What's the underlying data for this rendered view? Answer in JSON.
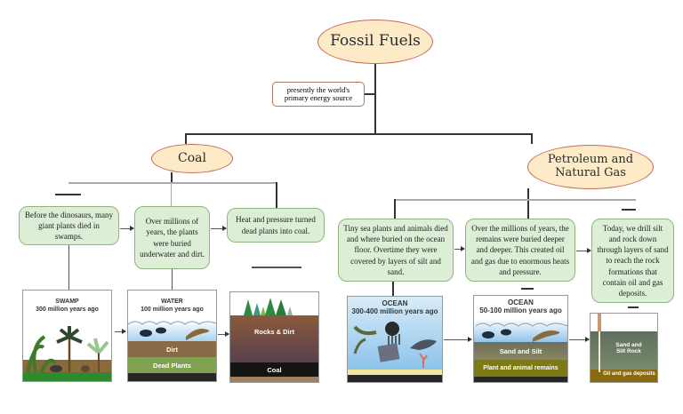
{
  "title": "Fossil Fuels",
  "root_note": "presently the world's primary energy source",
  "branches": {
    "coal": {
      "title": "Coal",
      "steps": [
        "Before the dinosaurs, many giant plants died in swamps.",
        "Over millions of years, the plants were buried underwater and dirt.",
        "Heat and pressure turned dead plants into coal."
      ],
      "images": [
        {
          "title": "SWAMP",
          "subtitle": "300 million years ago"
        },
        {
          "title": "WATER",
          "subtitle": "100 million years ago",
          "layers": [
            "Dirt",
            "Dead Plants"
          ]
        },
        {
          "layers": [
            "Rocks & Dirt",
            "Coal"
          ]
        }
      ]
    },
    "petroleum": {
      "title": "Petroleum and Natural Gas",
      "steps": [
        "Tiny sea plants and animals died and where buried on the ocean floor. Overtime they were covered by layers of silt and sand.",
        "Over the millions of years, the remains were buried deeper and deeper. This created oil and gas due to enormous heats and pressure.",
        "Today, we drill silt and rock down through layers of sand to reach the rock formations that contain oil and gas deposits."
      ],
      "images": [
        {
          "title": "OCEAN",
          "subtitle": "300-400 million years ago"
        },
        {
          "title": "OCEAN",
          "subtitle": "50-100 million years ago",
          "layers": [
            "Sand and Silt",
            "Plant and animal remains"
          ]
        },
        {
          "layers": [
            "Sand and Silt Rock",
            "Oil and gas deposits"
          ]
        }
      ]
    }
  },
  "colors": {
    "ellipse_fill": "#fdebc8",
    "ellipse_border": "#c66a5a",
    "step_fill": "#dcefd6",
    "step_border": "#8fb581"
  }
}
